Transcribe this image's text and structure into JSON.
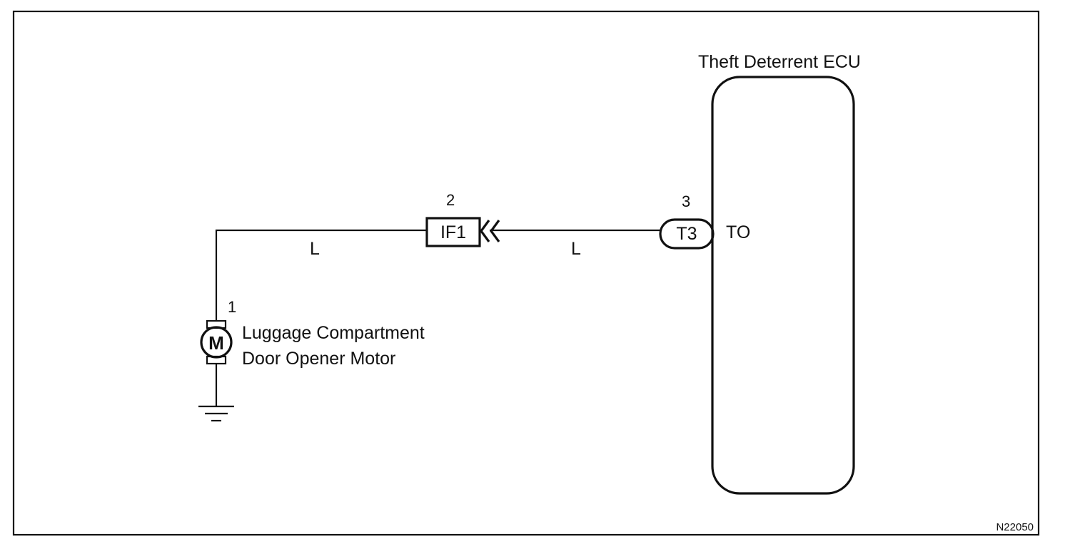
{
  "diagram": {
    "figure_code": "N22050",
    "ecu": {
      "name": "Theft Deterrent ECU",
      "terminal_name": "TO",
      "connector": "T3",
      "pin": "3"
    },
    "junction": {
      "connector": "IF1",
      "pin": "2"
    },
    "motor": {
      "symbol": "M",
      "pin": "1",
      "label_line1": "Luggage Compartment",
      "label_line2": "Door Opener Motor"
    },
    "wires": [
      {
        "color_code": "L"
      },
      {
        "color_code": "L"
      }
    ]
  }
}
